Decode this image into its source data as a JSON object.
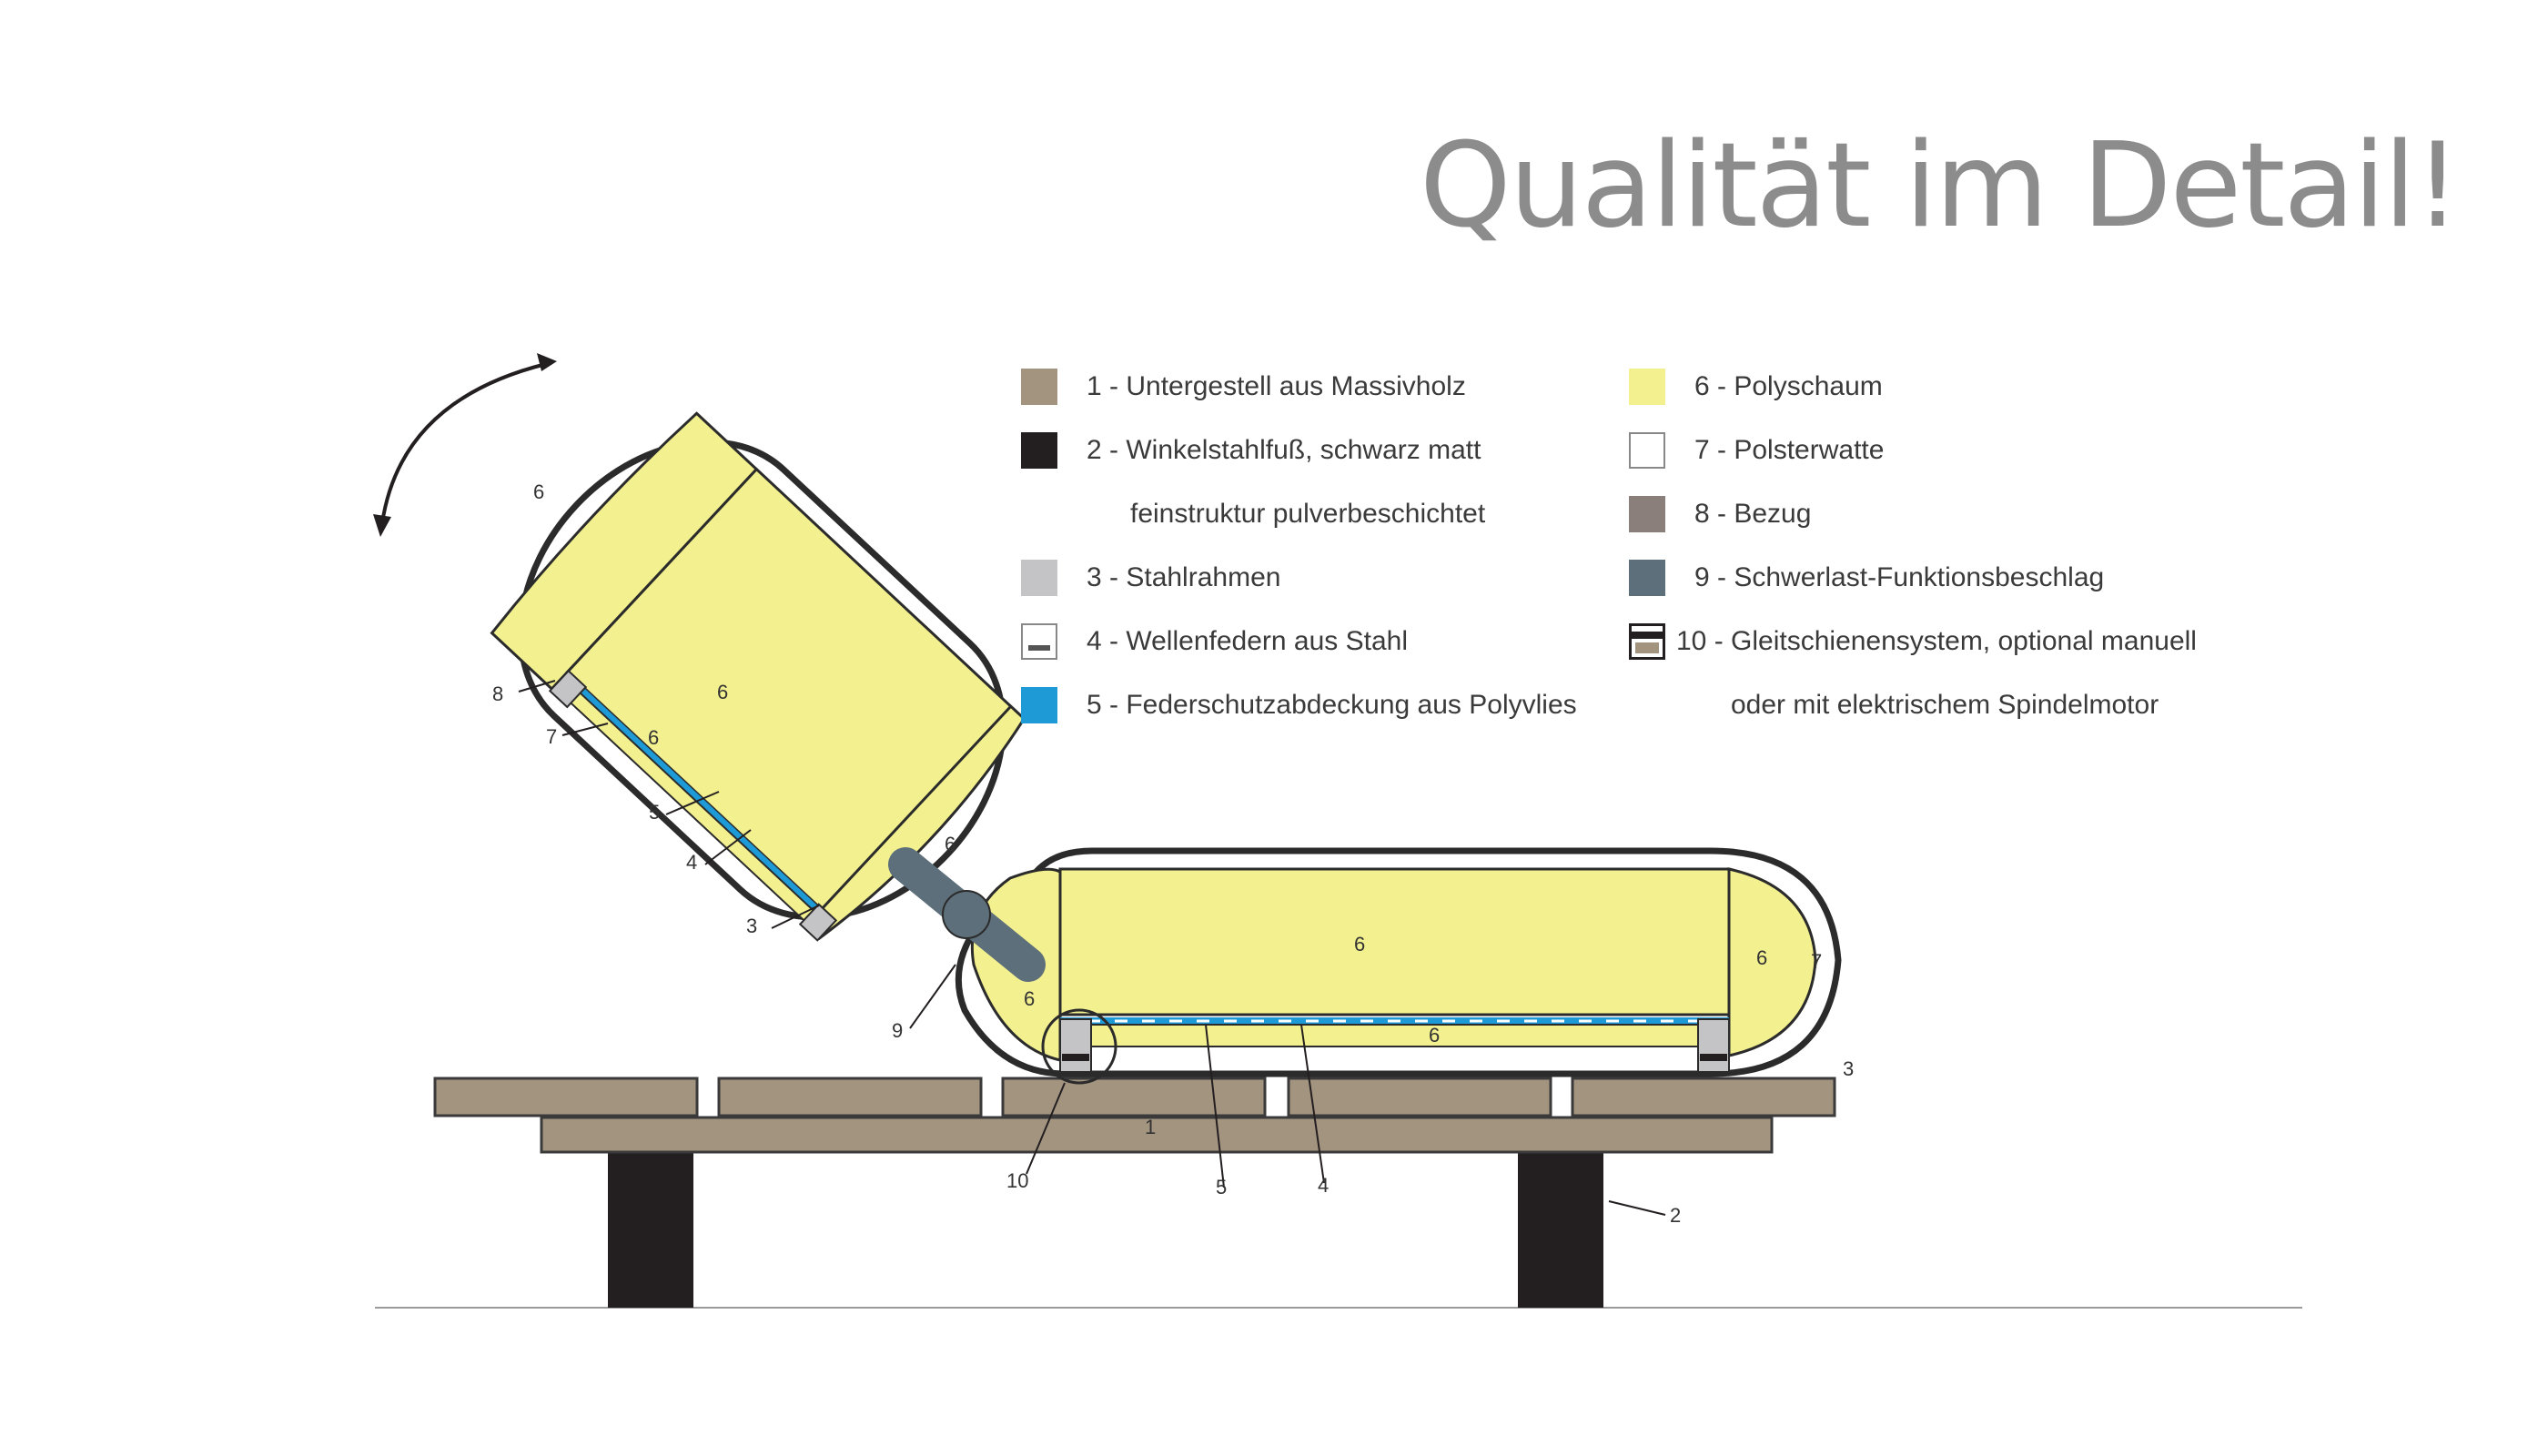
{
  "title": "Qualität im Detail!",
  "legend": {
    "left": [
      {
        "text": "1 - Untergestell aus Massivholz",
        "color": "#a39480",
        "icon": "wood-swatch-icon"
      },
      {
        "text": "2 - Winkelstahlfuß, schwarz matt",
        "color": "#231f20",
        "icon": "black-swatch-icon",
        "continuation": "feinstruktur pulverbeschichtet"
      },
      {
        "text": "3 - Stahlrahmen",
        "color": "#c4c4c6",
        "icon": "steel-frame-swatch-icon"
      },
      {
        "text": "4 - Wellenfedern aus Stahl",
        "color": "#ffffff",
        "icon": "spring-swatch-icon"
      },
      {
        "text": "5 - Federschutzabdeckung aus Polyvlies",
        "color": "#1e9ad6",
        "icon": "blue-swatch-icon"
      }
    ],
    "right": [
      {
        "text": "6 - Polyschaum",
        "color": "#f3f08f",
        "icon": "foam-swatch-icon"
      },
      {
        "text": "7 - Polsterwatte",
        "color": "#ffffff",
        "icon": "wadding-swatch-icon"
      },
      {
        "text": "8 - Bezug",
        "color": "#8a7f7b",
        "icon": "cover-swatch-icon"
      },
      {
        "text": "9 - Schwerlast-Funktionsbeschlag",
        "color": "#5d6f7a",
        "icon": "hinge-swatch-icon"
      },
      {
        "text": "10 - Gleitschienensystem, optional manuell",
        "color": "#231f20",
        "icon": "rail-swatch-icon",
        "continuation": "oder mit elektrischem Spindelmotor"
      }
    ]
  },
  "callouts": {
    "c1": "1",
    "c2": "2",
    "c3a": "3",
    "c3b": "3",
    "c4a": "4",
    "c4b": "4",
    "c5a": "5",
    "c5b": "5",
    "c6": "6",
    "c7a": "7",
    "c7b": "7",
    "c8": "8",
    "c9": "9",
    "c10": "10"
  },
  "colors": {
    "foam": "#f3f08f",
    "wood": "#a39480",
    "steel": "#c4c4c6",
    "black": "#231f20",
    "blue": "#1e9ad6",
    "hinge": "#5d6f7a",
    "cover": "#2b2b2b"
  }
}
